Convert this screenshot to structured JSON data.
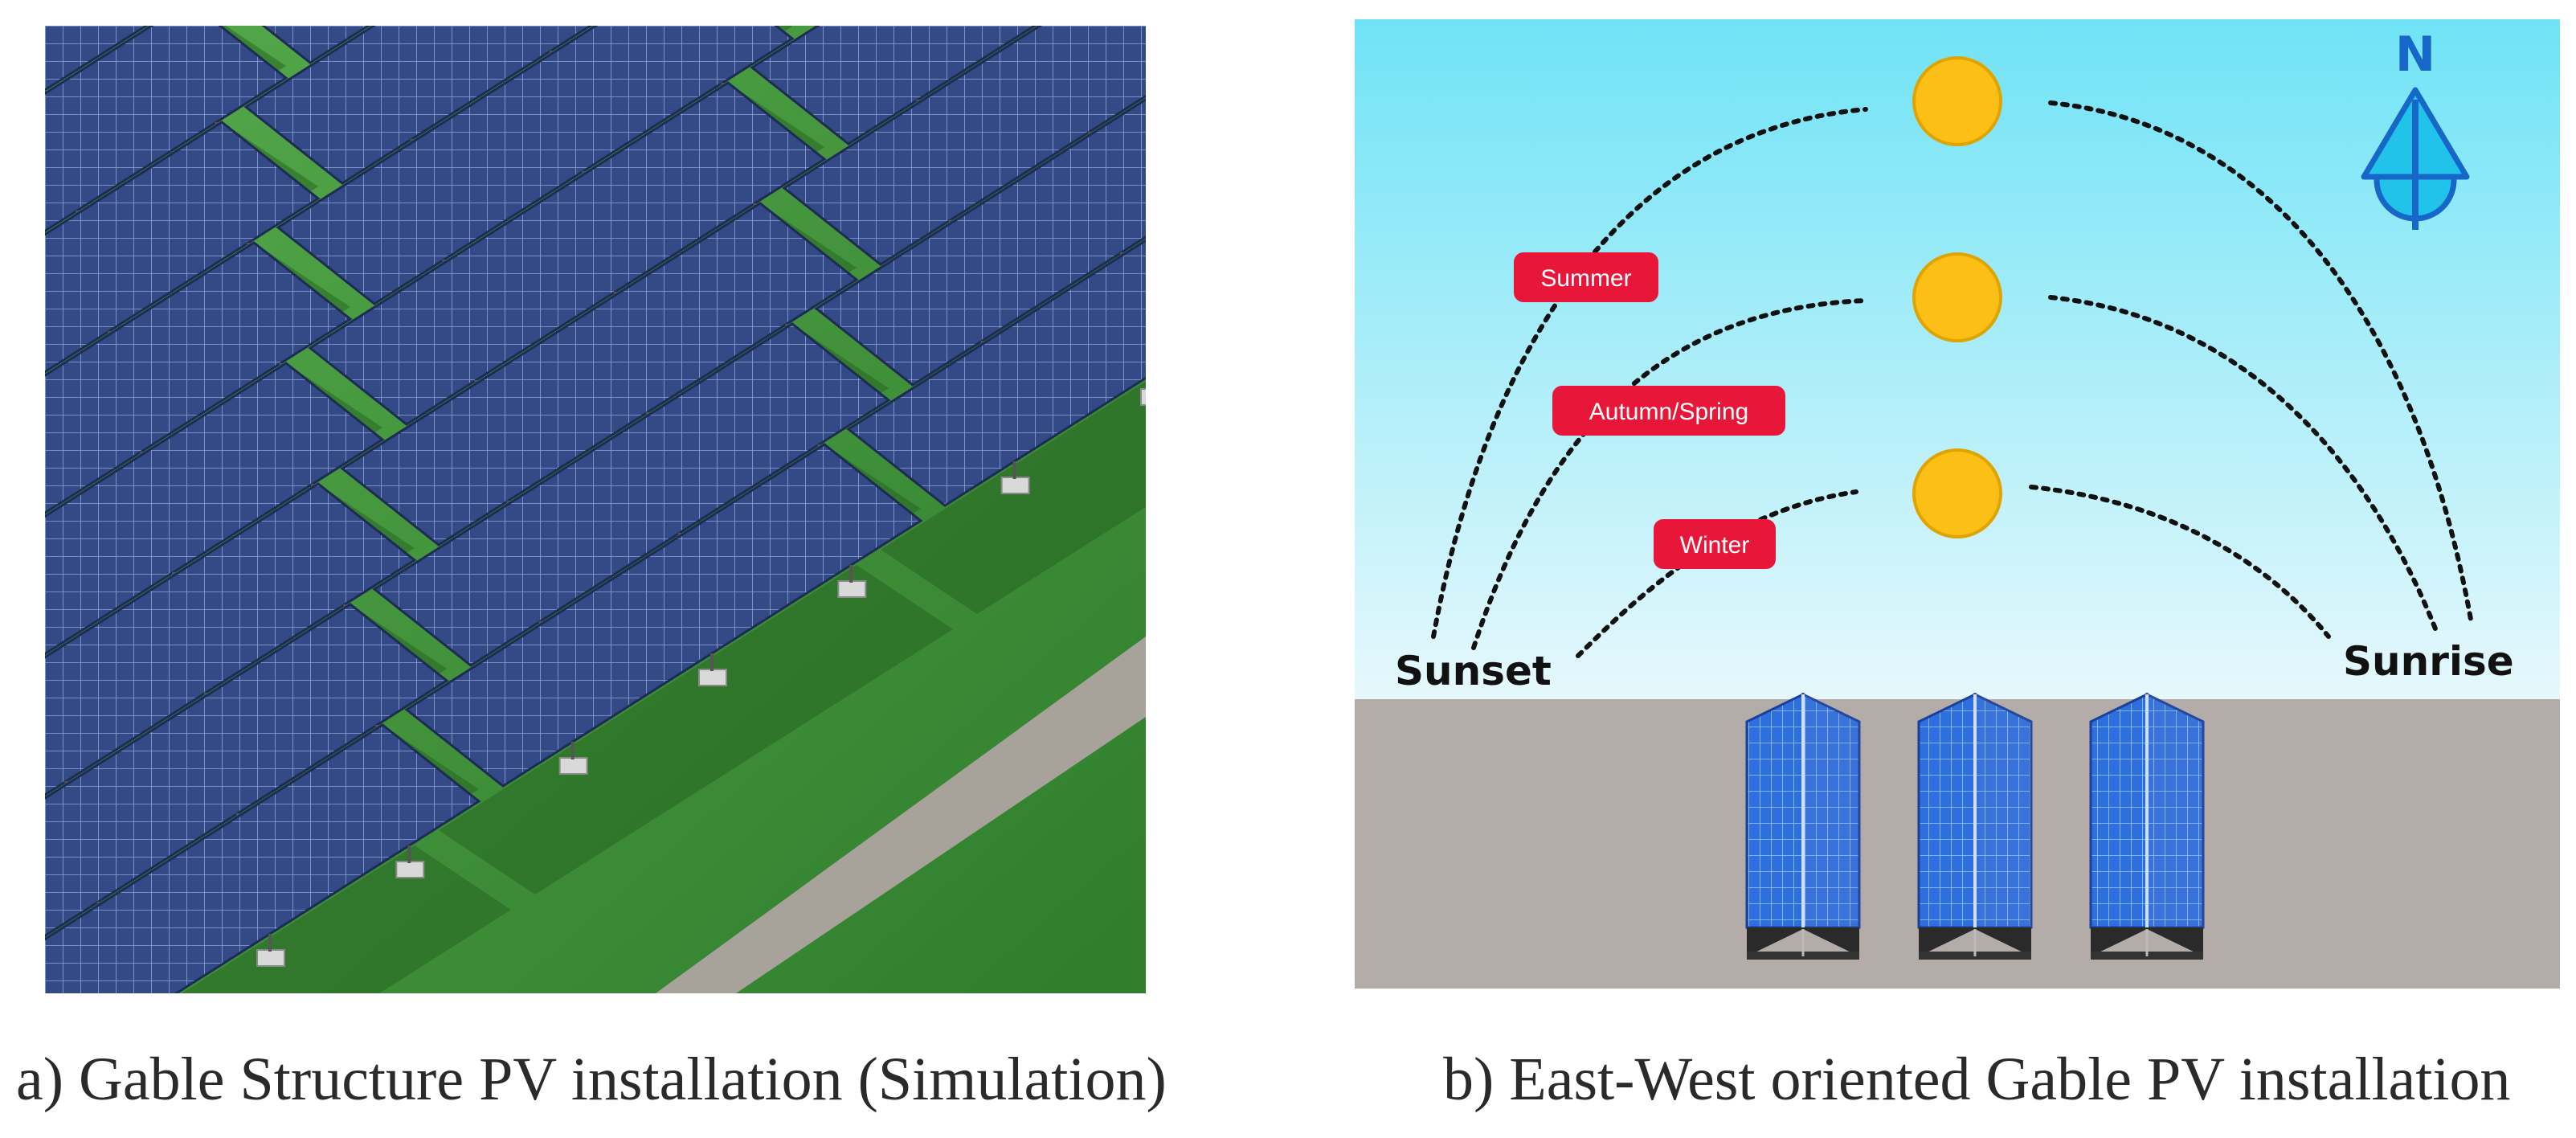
{
  "panel_a": {
    "caption": "a) Gable Structure PV installation (Simulation)"
  },
  "panel_b": {
    "caption": "b) East-West oriented Gable PV installation",
    "compass_letter": "N",
    "sunset_label": "Sunset",
    "sunrise_label": "Sunrise",
    "seasons": [
      {
        "name": "summer",
        "label": "Summer"
      },
      {
        "name": "autumn-spring",
        "label": "Autumn/Spring"
      },
      {
        "name": "winter",
        "label": "Winter"
      }
    ],
    "colors": {
      "sky_top": "#6fe3f6",
      "sky_bottom": "#e6f8fc",
      "ground": "#b3aca8",
      "sun_fill": "#fbbf16",
      "sun_stroke": "#e0a400",
      "label_bg": "#e8173a",
      "panel_blue": "#2e6fe0",
      "compass": "#1667c8",
      "compass_fill": "#22c3ea"
    }
  }
}
